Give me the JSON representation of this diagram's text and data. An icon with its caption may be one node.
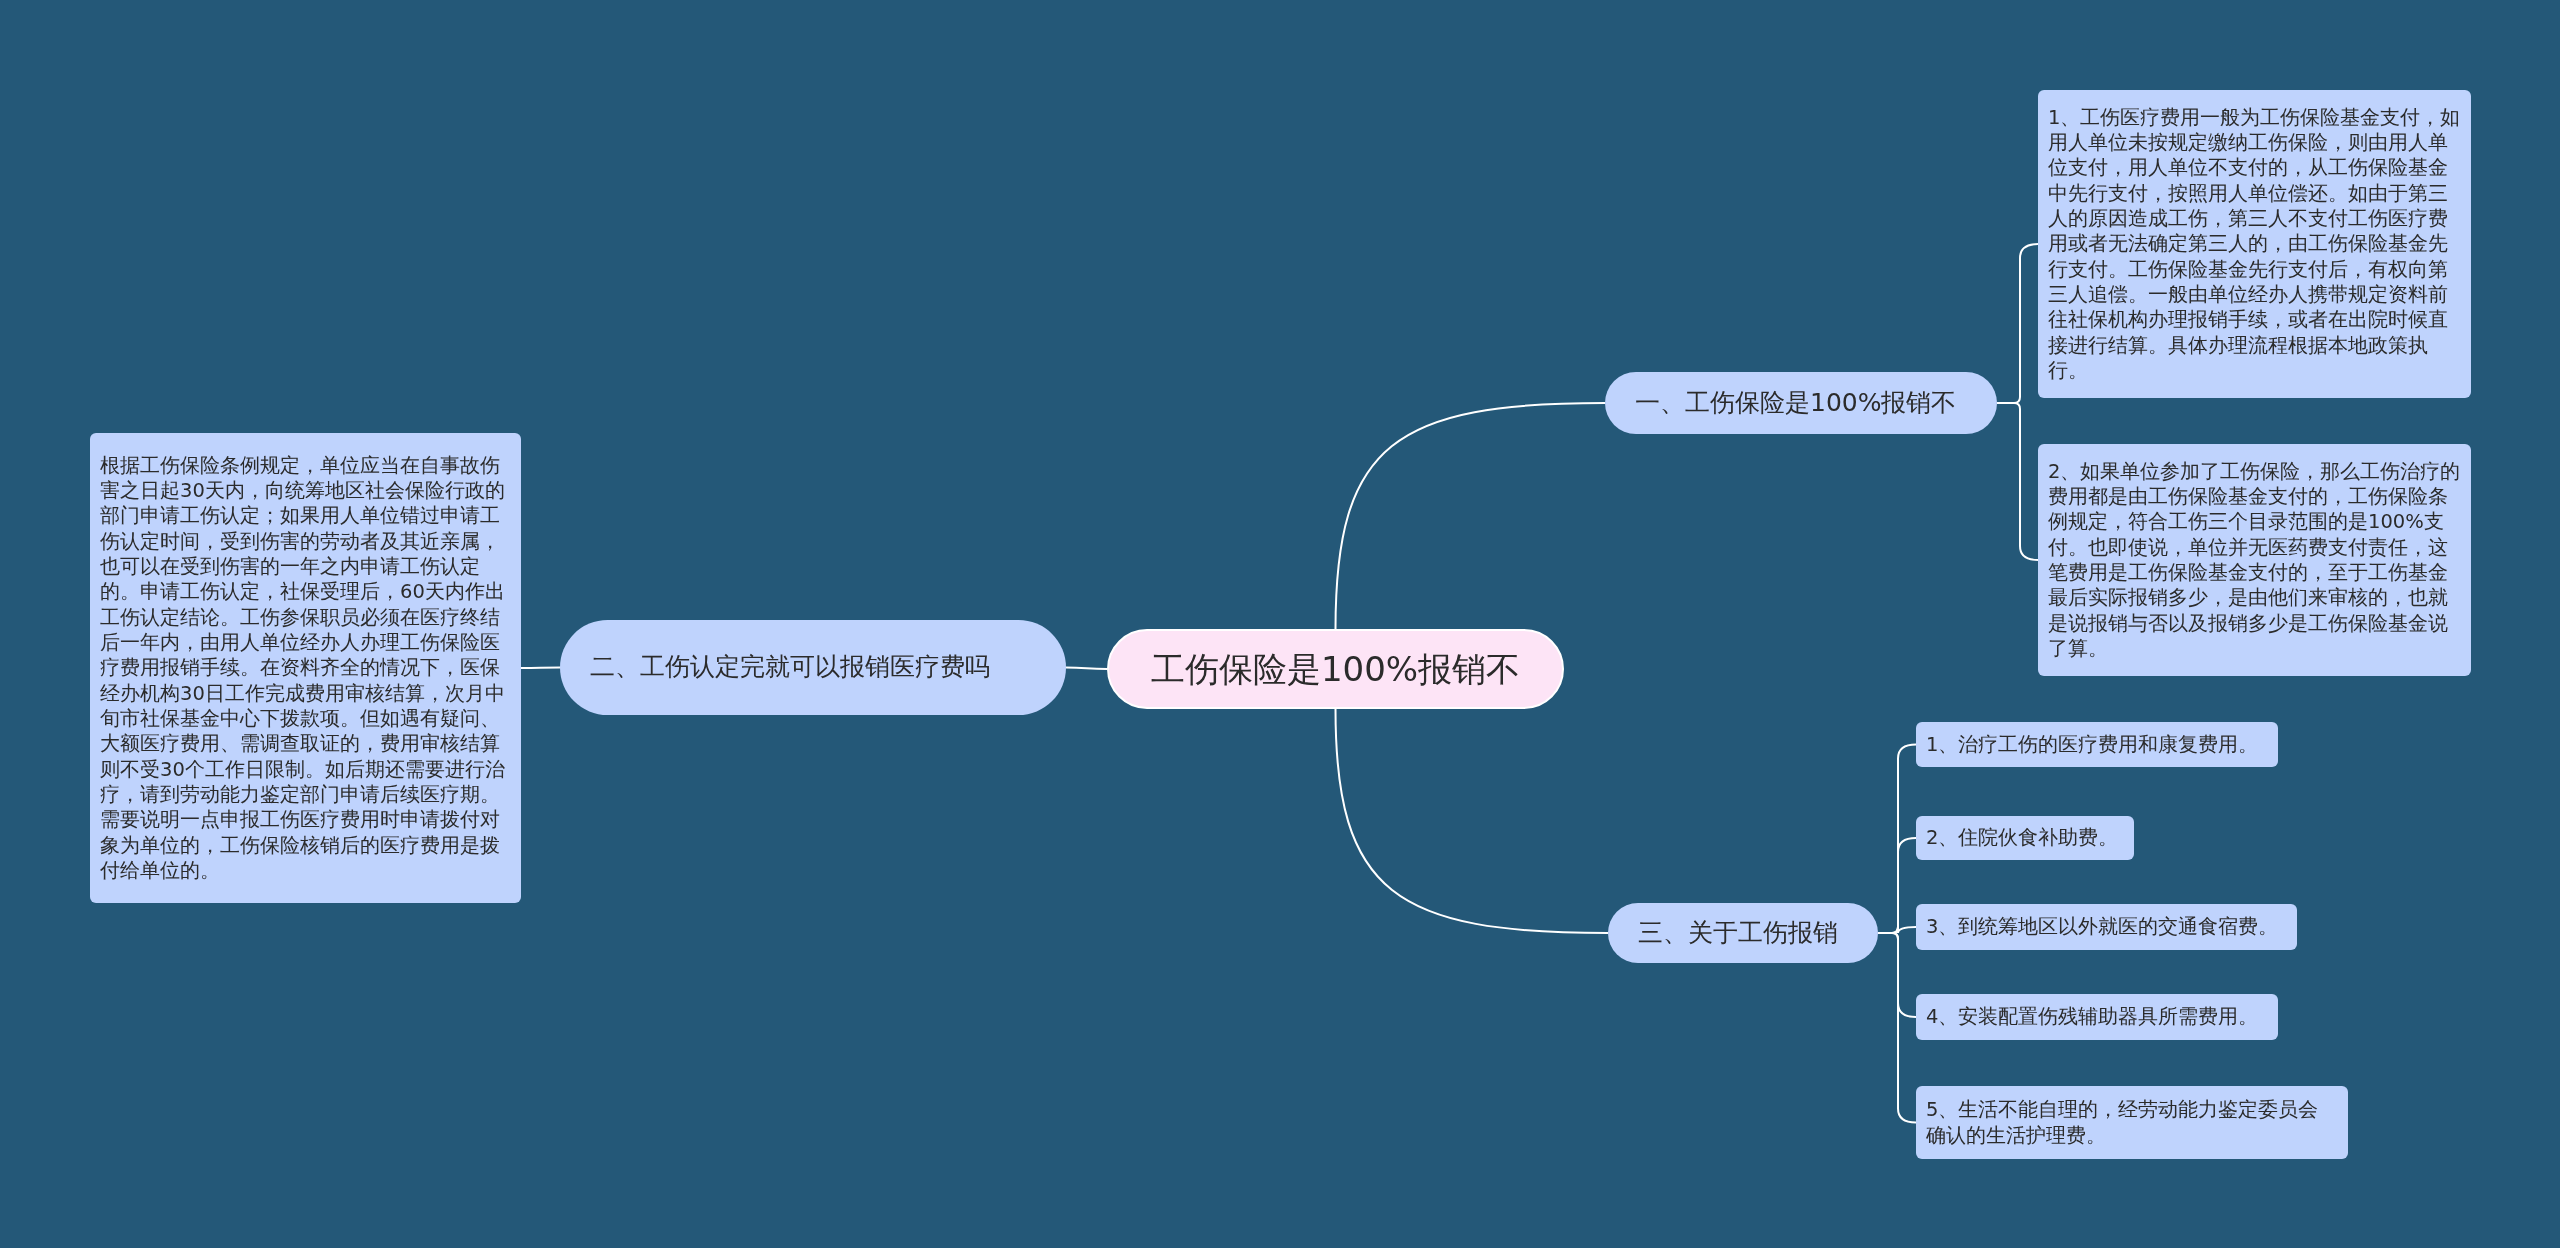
{
  "diagram": {
    "nodes": [
      {
        "text": [
          "工伤保险是100%报销不"
        ]
      },
      {
        "text": [
          "一、工伤保险是100%报销不"
        ]
      },
      {
        "text": [
          "1、工伤医疗费用一般为工伤保险基金支付，如用人单位未按规定缴纳工伤保险，则由用人单位支付，用人单位不支付的，从工伤保险基金中先行支付，按照用人单位偿还。如由于第三人的原因造成工伤，第三人不支付工伤医疗费用或者无法确定第三人的，由工伤保险基金先行支付。工伤保险基金先行支付后，有权向第三人追偿。一般由单位经办人携带规定资料前往社保机构办理报销手续，或者在出院时候直接进行结算。具体办理流程根据本地政策执行。"
        ]
      },
      {
        "text": [
          "2、如果单位参加了工伤保险，那么工伤治疗的费用都是由工伤保险基金支付的，工伤保险条例规定，符合工伤三个目录范围的是100%支付。也即使说，单位并无医药费支付责任，这笔费用是工伤保险基金支付的，至于工伤基金最后实际报销多少，是由他们来审核的，也就是说报销与否以及报销多少是工伤保险基金说了算。"
        ]
      },
      {
        "text": [
          "二、工伤认定完就可以报销医疗费吗"
        ]
      },
      {
        "text": [
          "根据工伤保险条例规定，单位应当在自事故伤害之日起30天内，向统筹地区社会保险行政的部门申请工伤认定；如果用人单位错过申请工伤认定时间，受到伤害的劳动者及其近亲属，也可以在受到伤害的一年之内申请工伤认定的。申请工伤认定，社保受理后，60天内作出工伤认定结论。工伤参保职员必须在医疗终结后一年内，由用人单位经办人办理工伤保险医疗费用报销手续。在资料齐全的情况下，医保经办机构30日工作完成费用审核结算，次月中旬市社保基金中心下拨款项。但如遇有疑问、大额医疗费用、需调查取证的，费用审核结算则不受30个工作日限制。如后期还需要进行治疗，请到劳动能力鉴定部门申请后续医疗期。需要说明一点申报工伤医疗费用时申请拨付对象为单位的，工伤保险核销后的医疗费用是拨付给单位的。"
        ]
      },
      {
        "text": [
          "三、关于工伤报销"
        ]
      },
      {
        "text": [
          "1、治疗工伤的医疗费用和康复费用。"
        ]
      },
      {
        "text": [
          "2、住院伙食补助费。"
        ]
      },
      {
        "text": [
          "3、到统筹地区以外就医的交通食宿费。"
        ]
      },
      {
        "text": [
          "4、安装配置伤残辅助器具所需费用。"
        ]
      },
      {
        "text": [
          "5、生活不能自理的，经劳动能力鉴定委员会确认的生活护理费。"
        ]
      }
    ],
    "edges": [
      {
        "from": 0,
        "to": 1,
        "arrow": "none"
      },
      {
        "from": 1,
        "to": 2,
        "arrow": "none"
      },
      {
        "from": 1,
        "to": 3,
        "arrow": "none"
      },
      {
        "from": 0,
        "to": 4,
        "arrow": "none"
      },
      {
        "from": 4,
        "to": 5,
        "arrow": "none"
      },
      {
        "from": 0,
        "to": 6,
        "arrow": "none"
      },
      {
        "from": 6,
        "to": 7,
        "arrow": "none"
      },
      {
        "from": 6,
        "to": 8,
        "arrow": "none"
      },
      {
        "from": 6,
        "to": 9,
        "arrow": "none"
      },
      {
        "from": 6,
        "to": 10,
        "arrow": "none"
      },
      {
        "from": 6,
        "to": 11,
        "arrow": "none"
      }
    ]
  }
}
